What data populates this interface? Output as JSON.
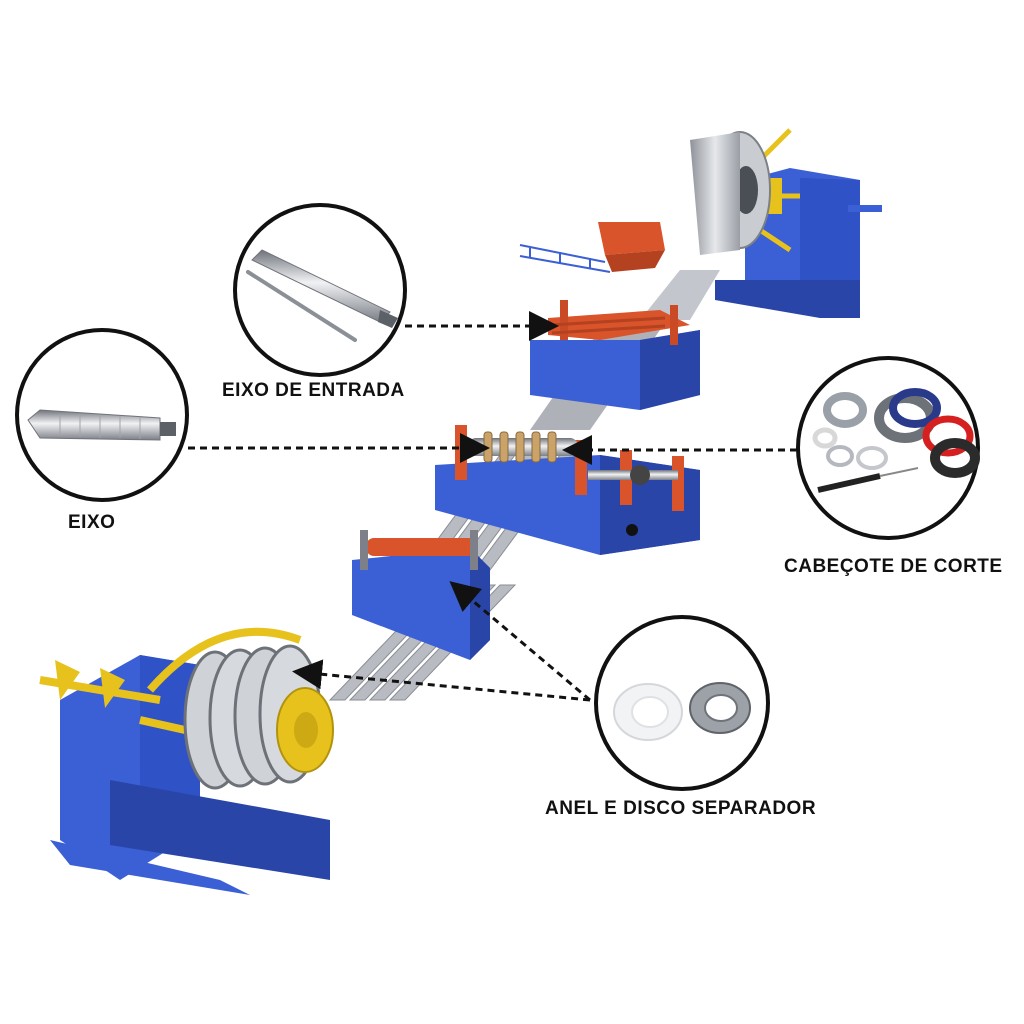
{
  "callouts": {
    "eixo_de_entrada": {
      "label": "EIXO DE ENTRADA"
    },
    "eixo": {
      "label": "EIXO"
    },
    "cabecote_de_corte": {
      "label": "CABEÇOTE DE CORTE"
    },
    "anel_e_disco_separador": {
      "label": "ANEL E DISCO SEPARADOR"
    }
  },
  "colors": {
    "frame_blue": "#3b5fd4",
    "frame_blue_dark": "#2a45a8",
    "guide_red": "#d9532b",
    "coil_yellow": "#e8c21c",
    "steel_gray": "#b9bcc2"
  },
  "icons": [
    "shaft-icon",
    "tapered-shaft-icon",
    "cutter-ring-set-icon",
    "spacer-ring-icon",
    "spacer-disc-icon"
  ]
}
